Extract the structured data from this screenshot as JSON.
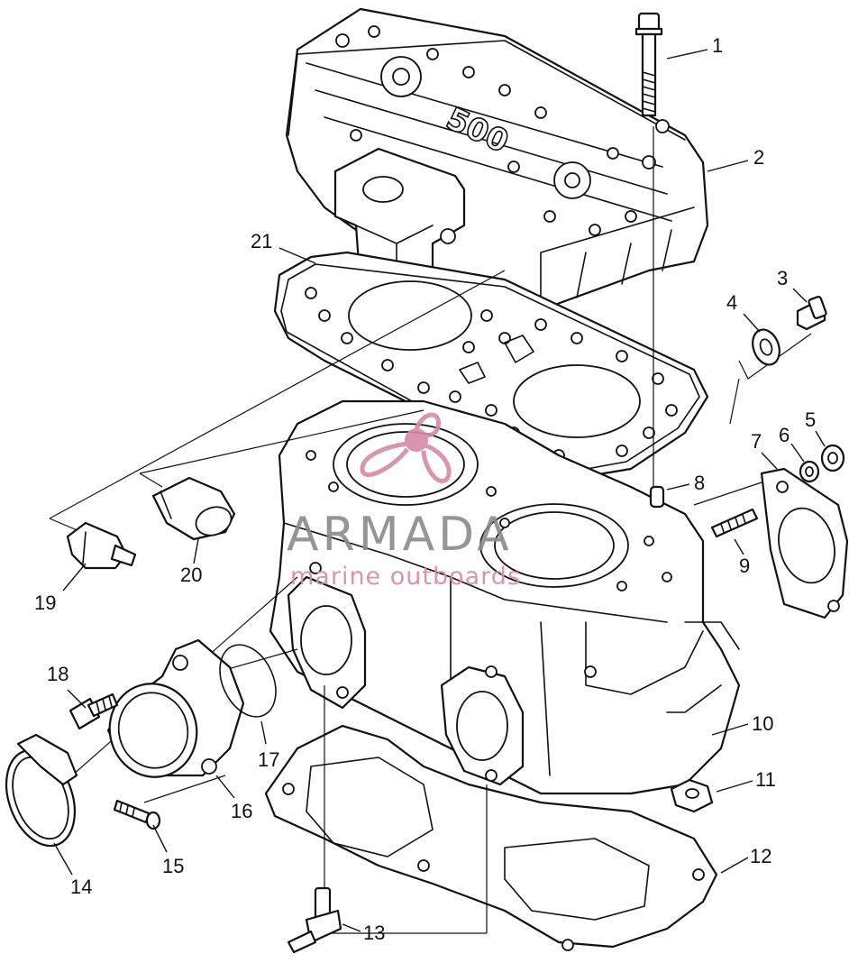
{
  "diagram": {
    "head_cast_marking": "500",
    "callouts": [
      {
        "id": "callout-1",
        "label": "1"
      },
      {
        "id": "callout-2",
        "label": "2"
      },
      {
        "id": "callout-3",
        "label": "3"
      },
      {
        "id": "callout-4",
        "label": "4"
      },
      {
        "id": "callout-5",
        "label": "5"
      },
      {
        "id": "callout-6",
        "label": "6"
      },
      {
        "id": "callout-7",
        "label": "7"
      },
      {
        "id": "callout-8",
        "label": "8"
      },
      {
        "id": "callout-9",
        "label": "9"
      },
      {
        "id": "callout-10",
        "label": "10"
      },
      {
        "id": "callout-11",
        "label": "11"
      },
      {
        "id": "callout-12",
        "label": "12"
      },
      {
        "id": "callout-13",
        "label": "13"
      },
      {
        "id": "callout-14",
        "label": "14"
      },
      {
        "id": "callout-15",
        "label": "15"
      },
      {
        "id": "callout-16",
        "label": "16"
      },
      {
        "id": "callout-17",
        "label": "17"
      },
      {
        "id": "callout-18",
        "label": "18"
      },
      {
        "id": "callout-19",
        "label": "19"
      },
      {
        "id": "callout-20",
        "label": "20"
      },
      {
        "id": "callout-21",
        "label": "21"
      }
    ]
  },
  "watermark": {
    "brand": "ARMADA",
    "tagline": "marine outboards",
    "brand_color": "#8a8a8a",
    "accent_color": "#d58aa8"
  }
}
